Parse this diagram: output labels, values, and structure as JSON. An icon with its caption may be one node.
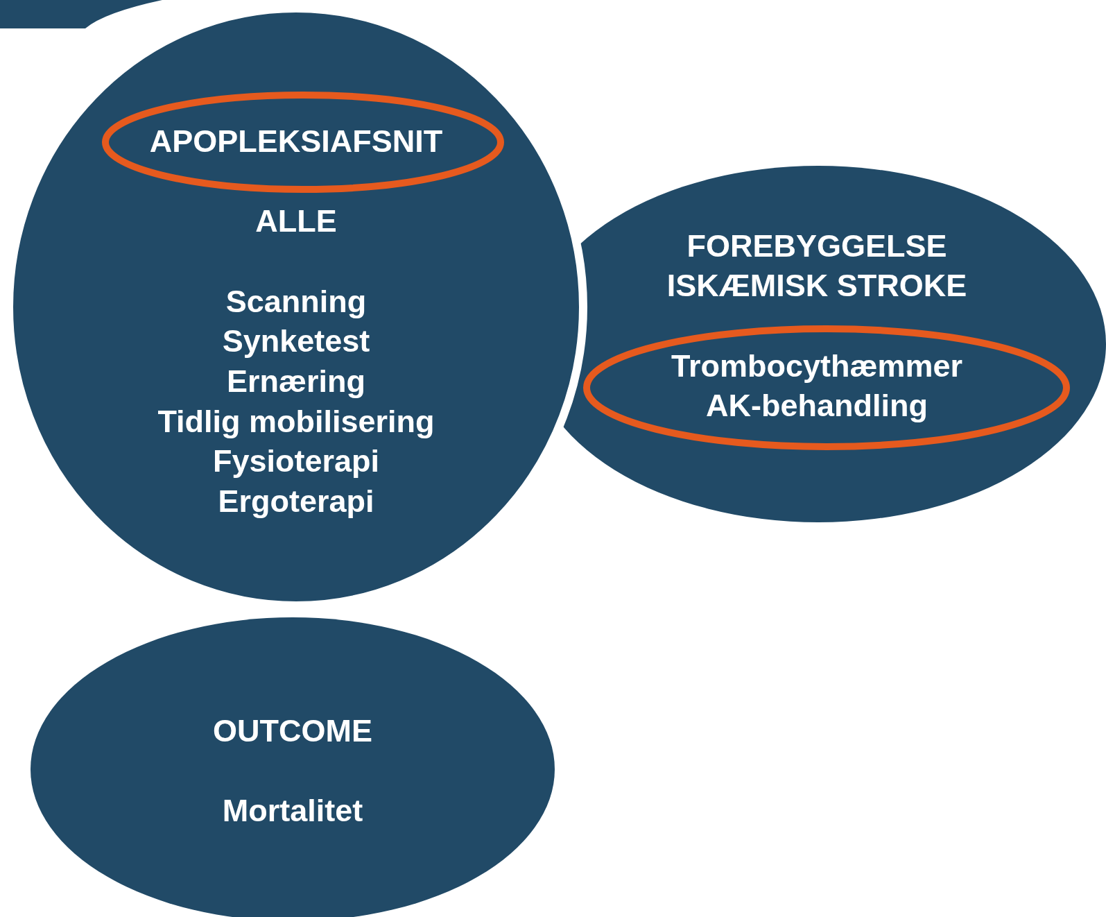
{
  "diagram": {
    "nodes": [
      {
        "text": [
          "ALLE",
          "Scanning",
          "Synketest",
          "Ernæring",
          "Tidlig mobilisering",
          "Fysioterapi",
          "Ergoterapi"
        ]
      },
      {
        "text": [
          "APOPLEKSIAFSNIT"
        ],
        "in": 0
      },
      {
        "text": [
          "FOREBYGGELSE ISKÆMISK STROKE"
        ]
      },
      {
        "text": [
          "Trombocythæmmer",
          "AK-behandling"
        ],
        "in": 2
      },
      {
        "text": [
          "OUTCOME",
          "Mortalitet"
        ]
      }
    ]
  }
}
